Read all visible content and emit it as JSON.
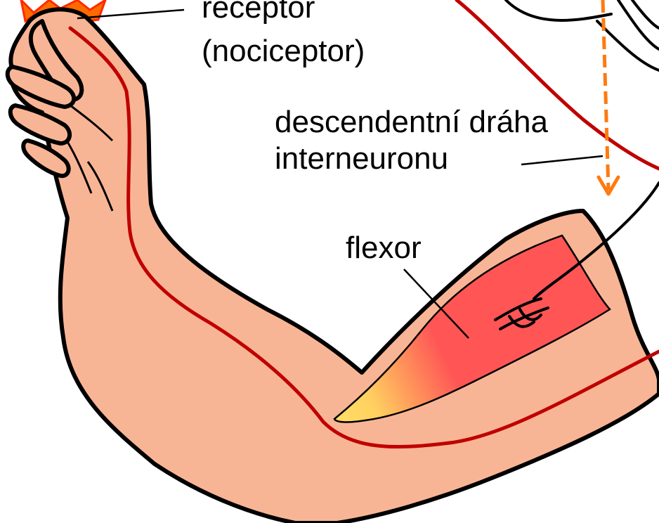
{
  "labels": {
    "receptor_line1": "receptor",
    "receptor_line2": "(nociceptor)",
    "descending_line1": "descendentní dráha",
    "descending_line2": "interneuronu",
    "flexor": "flexor"
  },
  "colors": {
    "skin": "#f8b595",
    "outline": "#000000",
    "muscle": "#ff5555",
    "tendon": "#ffe066",
    "nerve_red": "#c00000",
    "descending_arrow": "#ff7a10",
    "pain_star": "#ff6a00"
  }
}
